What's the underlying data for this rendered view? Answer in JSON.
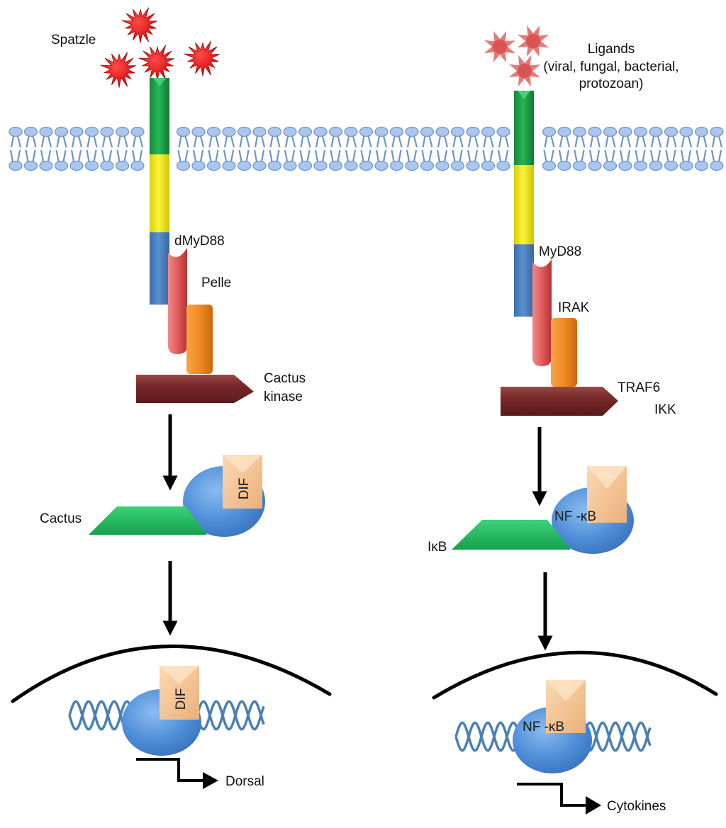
{
  "figure": {
    "title": "Toll and TLR signaling pathways (Drosophila vs. mammalian)",
    "colors": {
      "membrane": "#a9c6ef",
      "membrane_stroke": "#6f94c9",
      "receptor_ecto": "#1fa34a",
      "receptor_tm": "#f2ea17",
      "receptor_tir": "#4a7fc1",
      "adaptor": "#e25b5b",
      "kinase": "#f08a24",
      "traf_bar": "#7a2a2a",
      "inhibitor": "#21b259",
      "nfkb_oval": "#4f8fd8",
      "nfkb_box": "#f3c195",
      "ligand_spatzle": "#e21b1b",
      "ligand_pamp": "#e46a6a",
      "arrow": "#000000"
    }
  },
  "left_pathway": {
    "ligand_label": "Spatzle",
    "adaptor_label": "dMyD88",
    "kinase_label": "Pelle",
    "bar_label_line1": "Cactus",
    "bar_label_line2": "kinase",
    "inhibitor_label": "Cactus",
    "tf_label": "DIF",
    "nuclear_tf_label": "DIF",
    "output_label": "Dorsal"
  },
  "right_pathway": {
    "ligand_label_line1": "Ligands",
    "ligand_label_line2": "(viral, fungal, bacterial,",
    "ligand_label_line3": "protozoan)",
    "adaptor_label": "MyD88",
    "kinase_label": "IRAK",
    "bar_label_line1": "TRAF6",
    "bar_label_line2": "IKK",
    "inhibitor_label": "IκB",
    "tf_label": "NF -κB",
    "nuclear_tf_label": "NF -κB",
    "output_label": "Cytokines"
  }
}
